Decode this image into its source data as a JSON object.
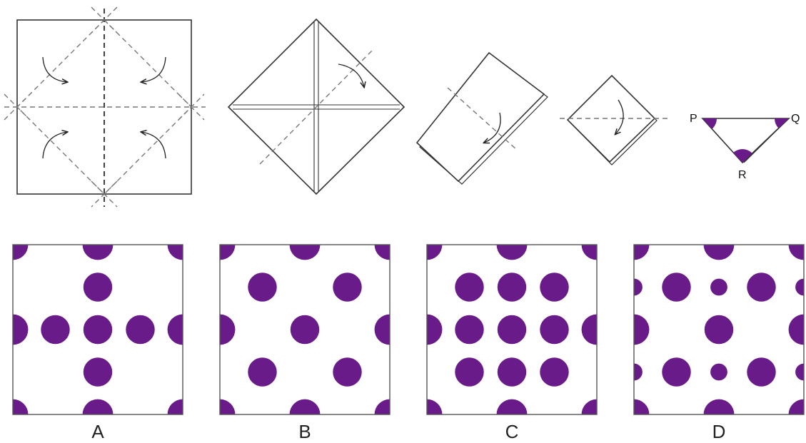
{
  "diagram": {
    "hole_color": "#6a1b8a",
    "folded_labels": {
      "p": "P",
      "q": "Q",
      "r": "R"
    },
    "options": [
      {
        "label": "A",
        "holes": [
          [
            0.0,
            0.0,
            0.09
          ],
          [
            0.5,
            0.0,
            0.09
          ],
          [
            1.0,
            0.0,
            0.09
          ],
          [
            0.5,
            0.25,
            0.085
          ],
          [
            0.0,
            0.5,
            0.09
          ],
          [
            0.25,
            0.5,
            0.085
          ],
          [
            0.5,
            0.5,
            0.085
          ],
          [
            0.75,
            0.5,
            0.085
          ],
          [
            1.0,
            0.5,
            0.09
          ],
          [
            0.5,
            0.75,
            0.085
          ],
          [
            0.0,
            1.0,
            0.09
          ],
          [
            0.5,
            1.0,
            0.09
          ],
          [
            1.0,
            1.0,
            0.09
          ]
        ]
      },
      {
        "label": "B",
        "holes": [
          [
            0.0,
            0.0,
            0.09
          ],
          [
            0.5,
            0.0,
            0.09
          ],
          [
            1.0,
            0.0,
            0.09
          ],
          [
            0.25,
            0.25,
            0.085
          ],
          [
            0.75,
            0.25,
            0.085
          ],
          [
            0.0,
            0.5,
            0.09
          ],
          [
            0.5,
            0.5,
            0.085
          ],
          [
            1.0,
            0.5,
            0.09
          ],
          [
            0.25,
            0.75,
            0.085
          ],
          [
            0.75,
            0.75,
            0.085
          ],
          [
            0.0,
            1.0,
            0.09
          ],
          [
            0.5,
            1.0,
            0.09
          ],
          [
            1.0,
            1.0,
            0.09
          ]
        ]
      },
      {
        "label": "C",
        "holes": [
          [
            0.0,
            0.0,
            0.09
          ],
          [
            0.5,
            0.0,
            0.09
          ],
          [
            1.0,
            0.0,
            0.09
          ],
          [
            0.25,
            0.25,
            0.085
          ],
          [
            0.5,
            0.25,
            0.085
          ],
          [
            0.75,
            0.25,
            0.085
          ],
          [
            0.0,
            0.5,
            0.09
          ],
          [
            0.25,
            0.5,
            0.085
          ],
          [
            0.5,
            0.5,
            0.085
          ],
          [
            0.75,
            0.5,
            0.085
          ],
          [
            1.0,
            0.5,
            0.09
          ],
          [
            0.25,
            0.75,
            0.085
          ],
          [
            0.5,
            0.75,
            0.085
          ],
          [
            0.75,
            0.75,
            0.085
          ],
          [
            0.0,
            1.0,
            0.09
          ],
          [
            0.5,
            1.0,
            0.09
          ],
          [
            1.0,
            1.0,
            0.09
          ]
        ]
      },
      {
        "label": "D",
        "holes": [
          [
            0.0,
            0.0,
            0.09
          ],
          [
            0.5,
            0.0,
            0.09
          ],
          [
            1.0,
            0.0,
            0.09
          ],
          [
            0.0,
            0.25,
            0.05
          ],
          [
            0.25,
            0.25,
            0.085
          ],
          [
            0.5,
            0.25,
            0.05
          ],
          [
            0.75,
            0.25,
            0.085
          ],
          [
            1.0,
            0.25,
            0.05
          ],
          [
            0.0,
            0.5,
            0.09
          ],
          [
            0.5,
            0.5,
            0.085
          ],
          [
            1.0,
            0.5,
            0.09
          ],
          [
            0.0,
            0.75,
            0.05
          ],
          [
            0.25,
            0.75,
            0.085
          ],
          [
            0.5,
            0.75,
            0.05
          ],
          [
            0.75,
            0.75,
            0.085
          ],
          [
            1.0,
            0.75,
            0.05
          ],
          [
            0.0,
            1.0,
            0.09
          ],
          [
            0.5,
            1.0,
            0.09
          ],
          [
            1.0,
            1.0,
            0.09
          ]
        ]
      }
    ]
  }
}
